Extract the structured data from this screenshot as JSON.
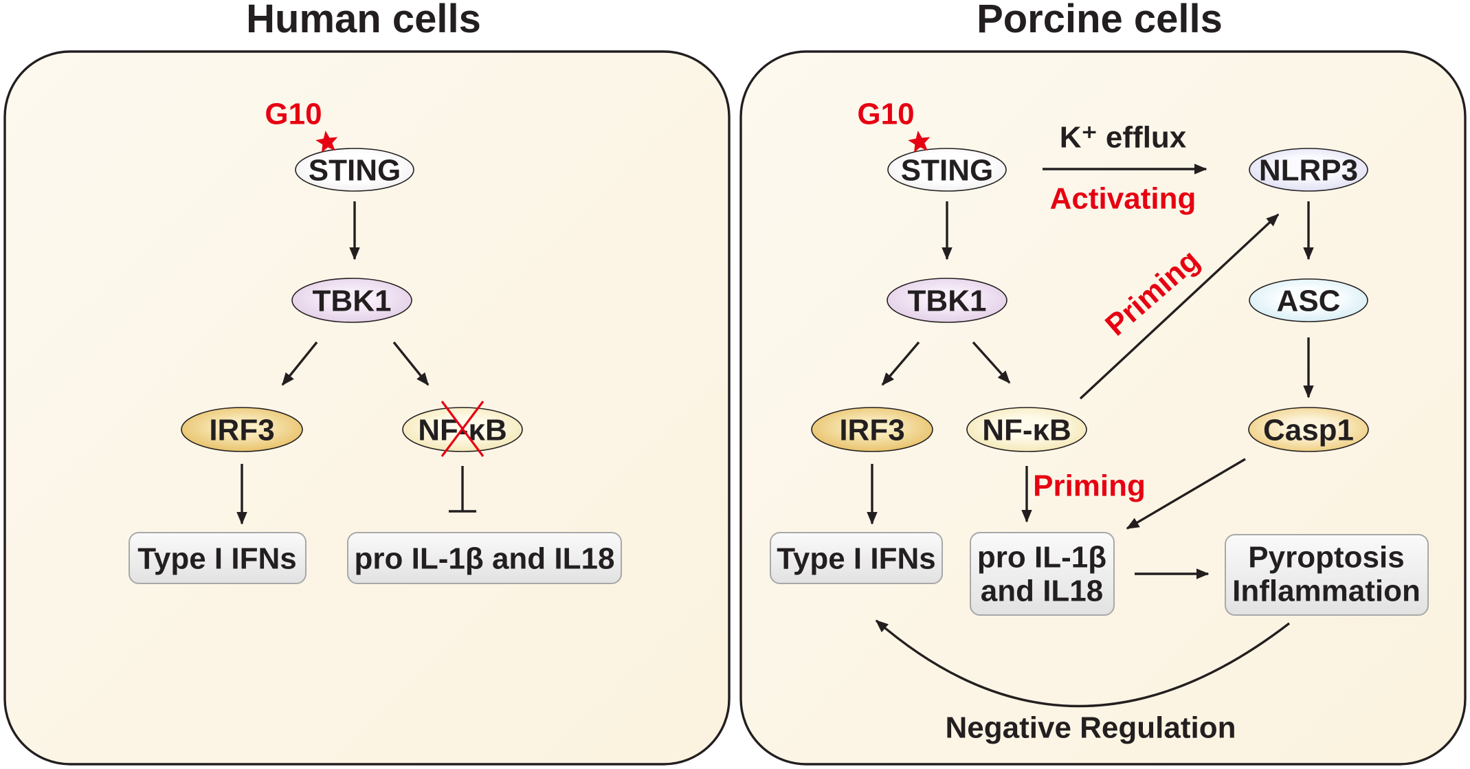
{
  "panels": {
    "human": {
      "title": "Human cells",
      "agonist": "G10",
      "nodes": {
        "sting": "STING",
        "tbk1": "TBK1",
        "irf3": "IRF3",
        "nfkb": "NF-κB"
      },
      "outputs": {
        "ifn": "Type I IFNs",
        "cytokines": "pro IL-1β and IL18"
      }
    },
    "porcine": {
      "title": "Porcine cells",
      "agonist": "G10",
      "nodes": {
        "sting": "STING",
        "tbk1": "TBK1",
        "irf3": "IRF3",
        "nfkb": "NF-κB",
        "nlrp3": "NLRP3",
        "asc": "ASC",
        "casp1": "Casp1"
      },
      "outputs": {
        "ifn": "Type I IFNs",
        "cytokines": [
          "pro IL-1β",
          "and IL18"
        ],
        "pyroptosis": [
          "Pyroptosis",
          "Inflammation"
        ]
      },
      "labels": {
        "k_efflux": "K⁺ efflux",
        "activating": "Activating",
        "priming_nlrp3": "Priming",
        "priming_cytokines": "Priming",
        "negative_regulation": "Negative Regulation"
      }
    }
  },
  "icons": {
    "agonist_marker": "star-icon",
    "blocked_marker": "cross-icon"
  },
  "colors": {
    "text": "#231f20",
    "highlight": "#e60012",
    "sting": "#eeeeee",
    "tbk1": "#e2cde6",
    "irf3": "#e6be62",
    "nfkb": "#f3e6b2",
    "nlrp3": "#dcdcf2",
    "asc": "#d3ecf4",
    "casp1": "#eecb7a",
    "output_box": "#e2e2e2",
    "panel": "#fbf2df"
  }
}
